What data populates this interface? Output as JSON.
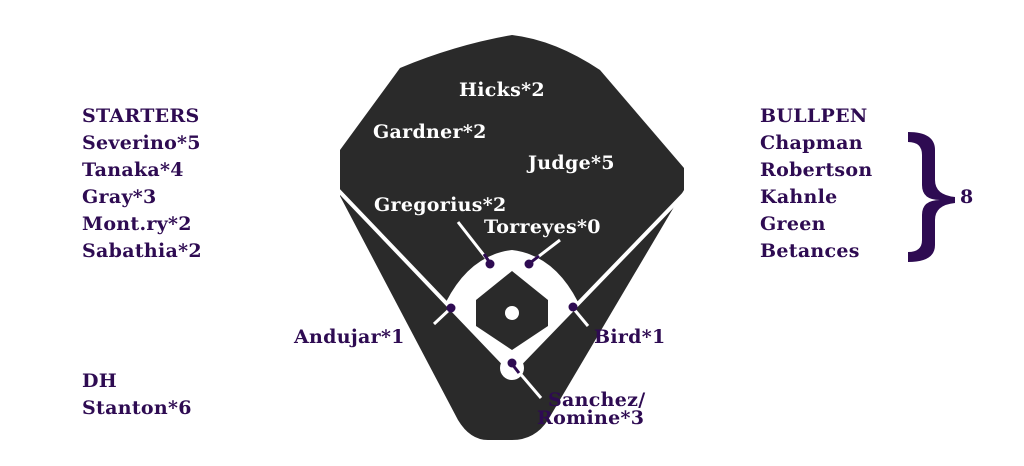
{
  "colors": {
    "text_purple": "#2e0b52",
    "field_dark": "#2a2a2a",
    "field_lines": "#ffffff",
    "player_marker": "#2e0b52"
  },
  "starters": {
    "heading": "STARTERS",
    "items": [
      {
        "label": "Severino*5"
      },
      {
        "label": "Tanaka*4"
      },
      {
        "label": "Gray*3"
      },
      {
        "label": "Mont.ry*2"
      },
      {
        "label": "Sabathia*2"
      }
    ]
  },
  "dh": {
    "heading": "DH",
    "items": [
      {
        "label": "Stanton*6"
      }
    ]
  },
  "bullpen": {
    "heading": "BULLPEN",
    "items": [
      {
        "label": "Chapman"
      },
      {
        "label": "Robertson"
      },
      {
        "label": "Kahnle"
      },
      {
        "label": "Green"
      },
      {
        "label": "Betances"
      }
    ],
    "brace_icon": "right-curly-brace",
    "group_count": "8"
  },
  "field": {
    "center_field": "Hicks*2",
    "left_field": "Gardner*2",
    "right_field": "Judge*5",
    "shortstop": "Gregorius*2",
    "second_base": "Torreyes*0",
    "third_base": "Andujar*1",
    "first_base": "Bird*1",
    "catcher_line1": "Sanchez/",
    "catcher_line2": "Romine*3"
  }
}
